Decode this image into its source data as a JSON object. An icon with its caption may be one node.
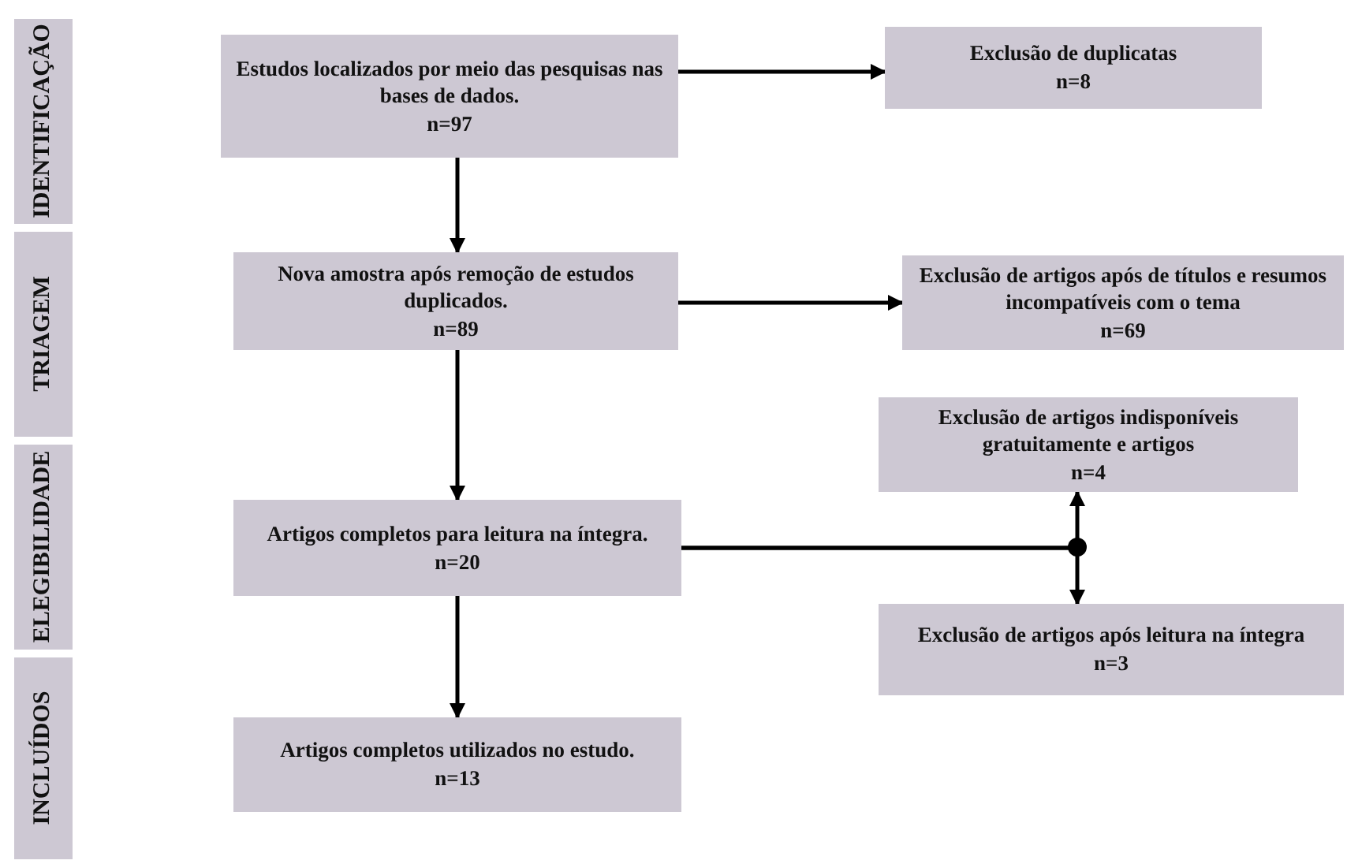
{
  "diagram": {
    "nodes": [
      {
        "text": [
          "IDENTIFICAÇÃO"
        ]
      },
      {
        "text": [
          "TRIAGEM"
        ]
      },
      {
        "text": [
          "ELEGIBILIDADE"
        ]
      },
      {
        "text": [
          "INCLUÍDOS"
        ]
      },
      {
        "text": [
          "Estudos localizados por meio das pesquisas nas bases de dados.",
          "n=97"
        ]
      },
      {
        "text": [
          "Exclusão de duplicatas",
          "n=8"
        ]
      },
      {
        "text": [
          "Nova amostra após remoção de estudos duplicados.",
          "n=89"
        ]
      },
      {
        "text": [
          "Exclusão de artigos após de títulos e resumos incompatíveis com o tema",
          "n=69"
        ]
      },
      {
        "text": [
          "Artigos completos para leitura na íntegra.",
          "n=20"
        ]
      },
      {
        "text": [
          "Exclusão de artigos indisponíveis gratuitamente e artigos",
          "n=4"
        ]
      },
      {
        "text": [
          "Exclusão de artigos após leitura na íntegra",
          "n=3"
        ]
      },
      {
        "text": [
          "Artigos completos utilizados no estudo.",
          "n=13"
        ]
      }
    ],
    "edges": [
      {
        "from": 4,
        "to": 5,
        "arrow": "to"
      },
      {
        "from": 4,
        "to": 6,
        "arrow": "to"
      },
      {
        "from": 6,
        "to": 7,
        "arrow": "to"
      },
      {
        "from": 6,
        "to": 8,
        "arrow": "to"
      },
      {
        "from": 8,
        "to": 9,
        "arrow": "to"
      },
      {
        "from": 8,
        "to": 10,
        "arrow": "to"
      },
      {
        "from": 8,
        "to": 11,
        "arrow": "to"
      }
    ]
  }
}
